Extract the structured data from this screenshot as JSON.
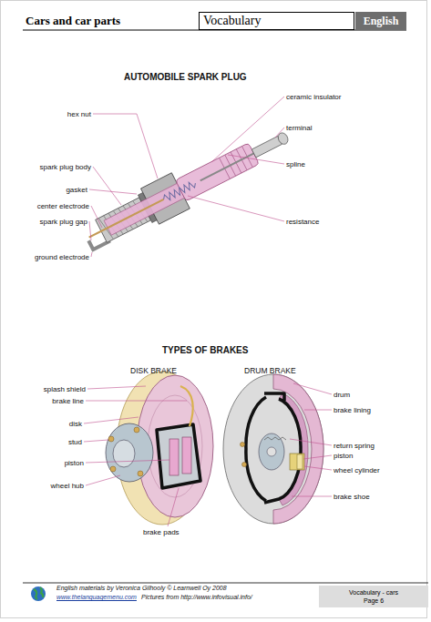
{
  "diagram": {
    "nodes": [
      {
        "text": [
          "Cars and car parts"
        ]
      },
      {
        "text": [
          "Vocabulary"
        ]
      },
      {
        "text": [
          "English"
        ]
      },
      {
        "text": [
          "Vocabulary - cars",
          "Page 6"
        ]
      }
    ],
    "labels": [
      "AUTOMOBILE SPARK PLUG",
      "hex nut",
      "ceramic insulator",
      "terminal",
      "spark plug body",
      "spline",
      "gasket",
      "center electrode",
      "spark plug gap",
      "resistance",
      "ground electrode",
      "TYPES OF BRAKES",
      "DISK BRAKE",
      "DRUM BRAKE",
      "splash shield",
      "brake line",
      "disk",
      "stud",
      "piston",
      "wheel hub",
      "brake pads",
      "drum",
      "brake lining",
      "return spring",
      "piston",
      "wheel cylinder",
      "brake shoe",
      "English materials by Veronica Gilhooly © Learnwell Oy 2008",
      "www.thelanguagemenu.com",
      "Pictures from http://www.infovisual.info/"
    ]
  }
}
